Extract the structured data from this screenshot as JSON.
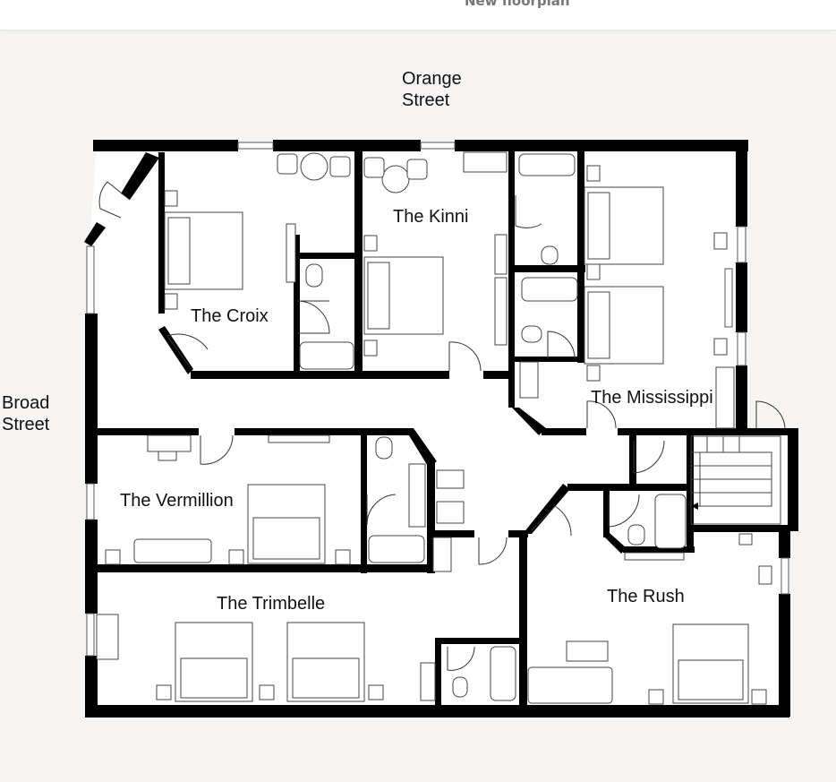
{
  "header": {
    "title": "New floorplan"
  },
  "streets": {
    "orange": [
      "Orange",
      "Street"
    ],
    "broad": [
      "Broad",
      "Street"
    ]
  },
  "rooms": {
    "croix": "The Croix",
    "kinni": "The Kinni",
    "mississippi": "The Mississippi",
    "vermillion": "The Vermillion",
    "trimbelle": "The Trimbelle",
    "rush": "The Rush"
  }
}
